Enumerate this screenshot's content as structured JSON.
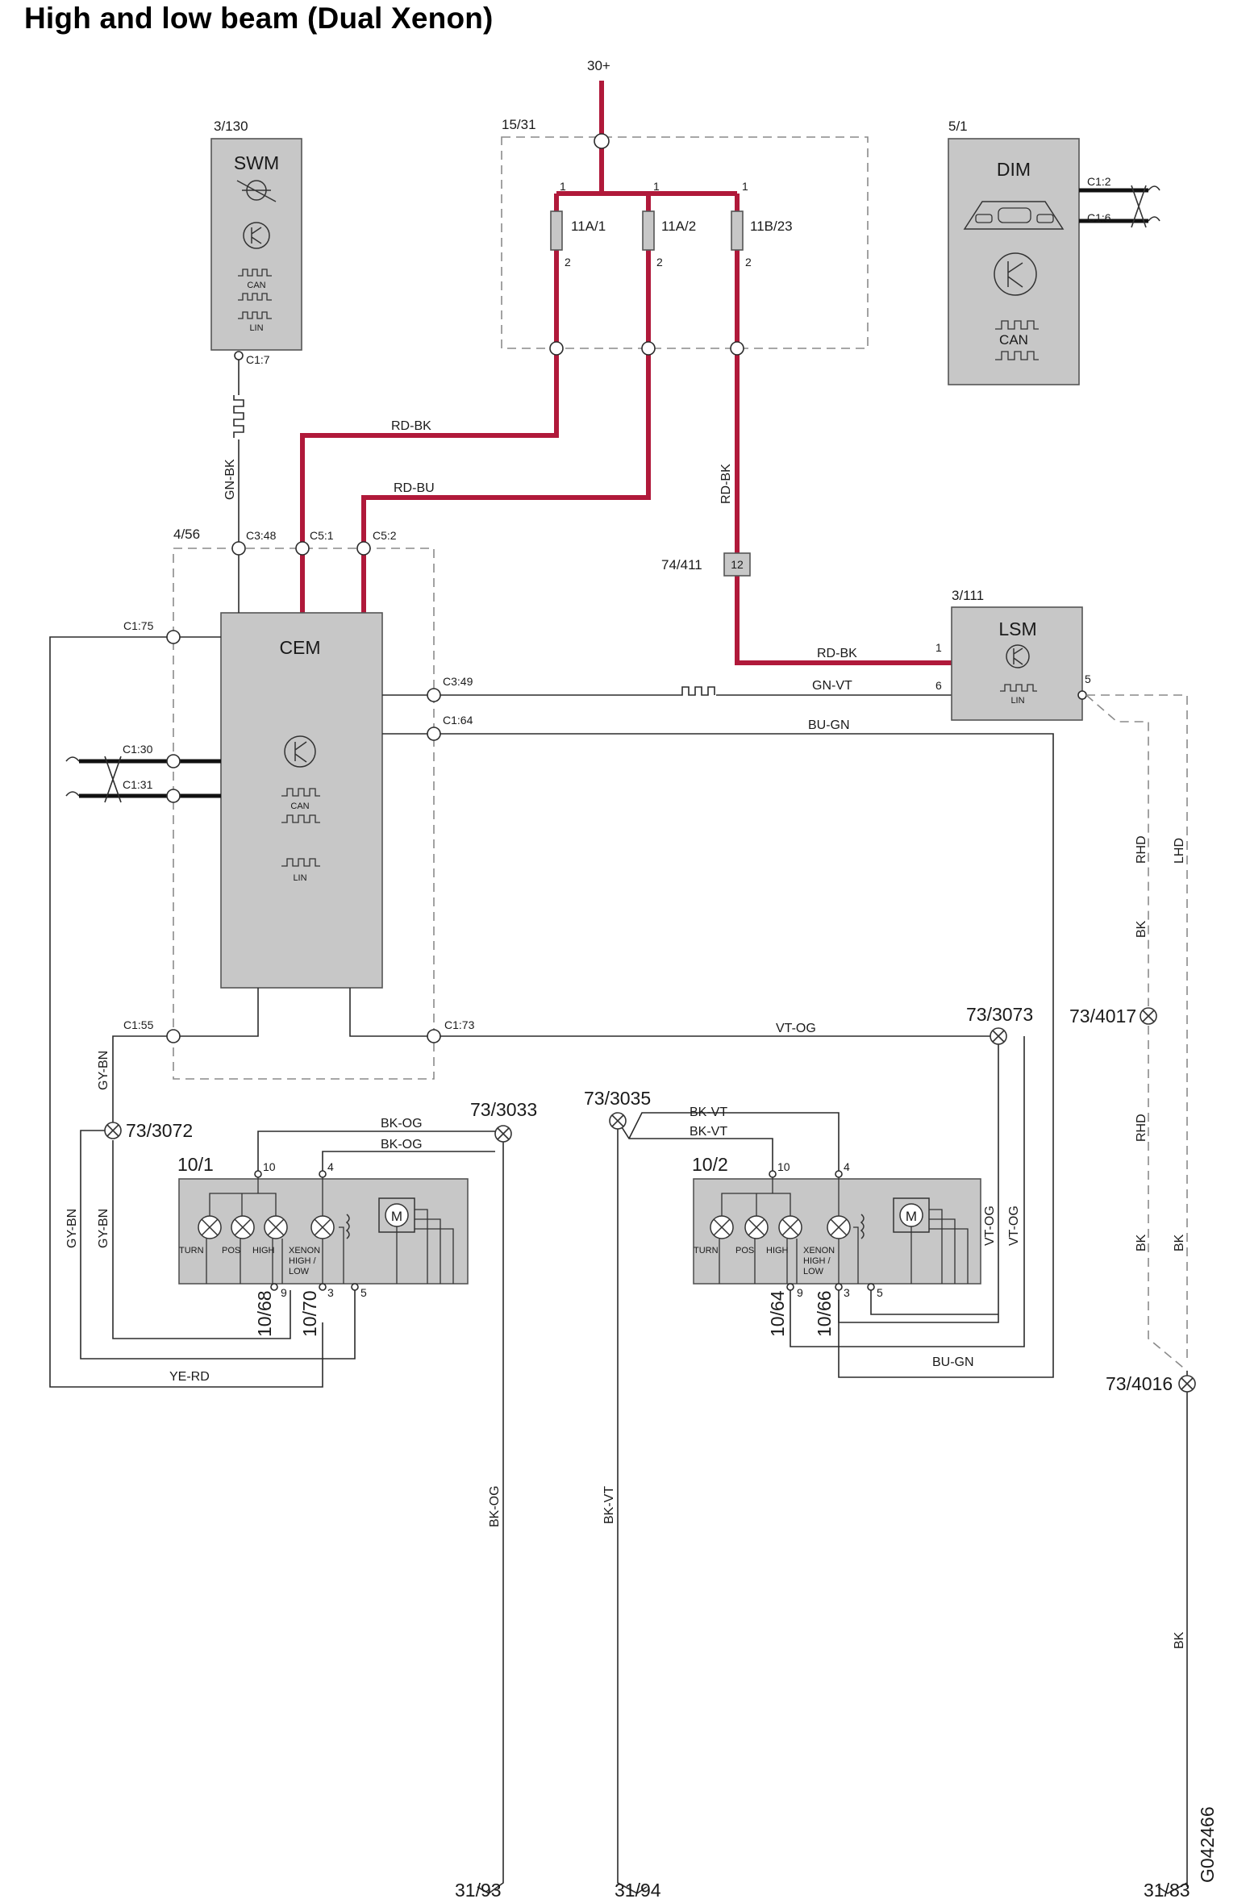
{
  "title": "High and low beam (Dual Xenon)",
  "supply": "30+",
  "doc_id": "G042466",
  "components": {
    "swm": {
      "ref": "3/130",
      "name": "SWM",
      "can": "CAN",
      "lin": "LIN",
      "pin": "C1:7"
    },
    "fusebox": {
      "ref": "15/31",
      "fuses": [
        "11A/1",
        "11A/2",
        "11B/23"
      ],
      "pin_in": "1",
      "pin_out": "2"
    },
    "dim": {
      "ref": "5/1",
      "name": "DIM",
      "can": "CAN",
      "pins": [
        "C1:2",
        "C1:6"
      ]
    },
    "cem": {
      "ref": "4/56",
      "name": "CEM",
      "can": "CAN",
      "lin": "LIN",
      "pins": {
        "c348": "C3:48",
        "c51": "C5:1",
        "c52": "C5:2",
        "c175": "C1:75",
        "c130": "C1:30",
        "c131": "C1:31",
        "c349": "C3:49",
        "c164": "C1:64",
        "c155": "C1:55",
        "c173": "C1:73"
      }
    },
    "connector": {
      "ref": "74/411",
      "pin": "12"
    },
    "lsm": {
      "ref": "3/111",
      "name": "LSM",
      "lin": "LIN",
      "pins": [
        "1",
        "6",
        "5"
      ]
    },
    "left_lamp": {
      "ref": "10/1",
      "pins": [
        "10",
        "4",
        "9",
        "3",
        "5"
      ],
      "bulbs": [
        "TURN",
        "POS",
        "HIGH",
        "XENON",
        "HIGH /",
        "LOW"
      ],
      "sub_refs": [
        "10/68",
        "10/70"
      ]
    },
    "right_lamp": {
      "ref": "10/2",
      "pins": [
        "10",
        "4",
        "9",
        "3",
        "5"
      ],
      "bulbs": [
        "TURN",
        "POS",
        "HIGH",
        "XENON",
        "HIGH /",
        "LOW"
      ],
      "sub_refs": [
        "10/64",
        "10/66"
      ]
    }
  },
  "splices": [
    "73/3072",
    "73/3033",
    "73/3035",
    "73/3073",
    "73/4017",
    "73/4016"
  ],
  "grounds": [
    "31/93",
    "31/94",
    "31/83"
  ],
  "wire_colors": {
    "rd_bk": "RD-BK",
    "rd_bu": "RD-BU",
    "gn_bk": "GN-BK",
    "gn_vt": "GN-VT",
    "bu_gn": "BU-GN",
    "vt_og": "VT-OG",
    "gy_bn": "GY-BN",
    "bk_og": "BK-OG",
    "bk_vt": "BK-VT",
    "ye_rd": "YE-RD",
    "bk": "BK",
    "rhd": "RHD",
    "lhd": "LHD"
  }
}
